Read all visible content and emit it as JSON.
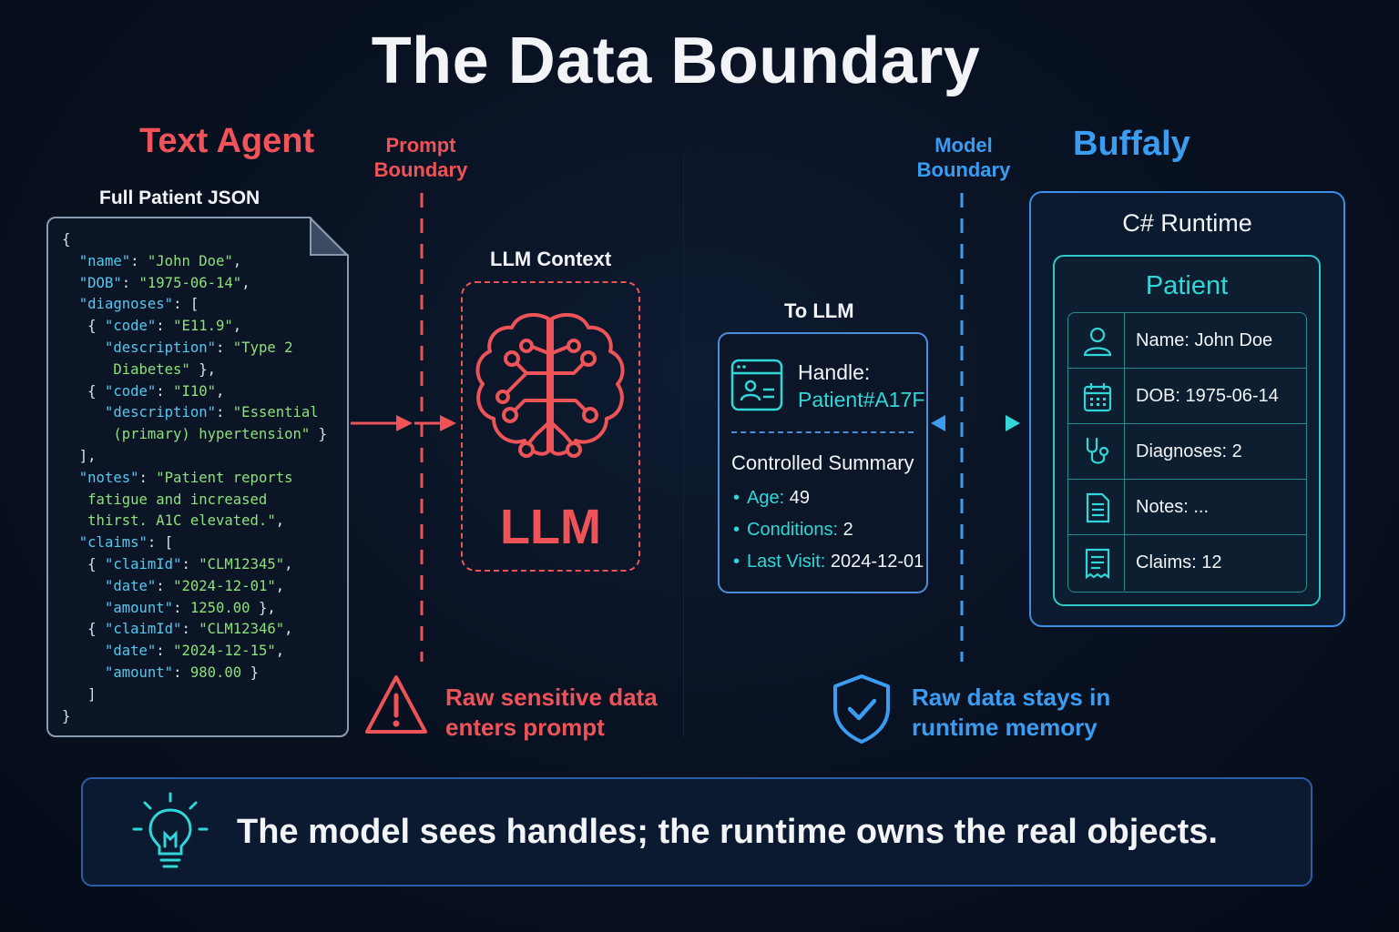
{
  "title": "The Data Boundary",
  "left": {
    "heading": "Text Agent",
    "doc_label": "Full Patient JSON",
    "boundary_label_1": "Prompt",
    "boundary_label_2": "Boundary",
    "context_label": "LLM Context",
    "llm_label": "LLM",
    "warning_line_1": "Raw sensitive data",
    "warning_line_2": "enters prompt"
  },
  "json_lines": [
    [
      [
        "p",
        "{"
      ]
    ],
    [
      [
        "p",
        "  "
      ],
      [
        "k",
        "\"name\""
      ],
      [
        "p",
        ": "
      ],
      [
        "v",
        "\"John Doe\""
      ],
      [
        "p",
        ","
      ]
    ],
    [
      [
        "p",
        "  "
      ],
      [
        "k",
        "\"DOB\""
      ],
      [
        "p",
        ": "
      ],
      [
        "v",
        "\"1975-06-14\""
      ],
      [
        "p",
        ","
      ]
    ],
    [
      [
        "p",
        "  "
      ],
      [
        "k",
        "\"diagnoses\""
      ],
      [
        "p",
        ": ["
      ]
    ],
    [
      [
        "p",
        "   { "
      ],
      [
        "k",
        "\"code\""
      ],
      [
        "p",
        ": "
      ],
      [
        "v",
        "\"E11.9\""
      ],
      [
        "p",
        ","
      ]
    ],
    [
      [
        "p",
        "     "
      ],
      [
        "k",
        "\"description\""
      ],
      [
        "p",
        ": "
      ],
      [
        "v",
        "\"Type 2"
      ]
    ],
    [
      [
        "v",
        "      Diabetes\""
      ],
      [
        "p",
        " },"
      ]
    ],
    [
      [
        "p",
        "   { "
      ],
      [
        "k",
        "\"code\""
      ],
      [
        "p",
        ": "
      ],
      [
        "v",
        "\"I10\""
      ],
      [
        "p",
        ","
      ]
    ],
    [
      [
        "p",
        "     "
      ],
      [
        "k",
        "\"description\""
      ],
      [
        "p",
        ": "
      ],
      [
        "v",
        "\"Essential"
      ]
    ],
    [
      [
        "v",
        "      (primary) hypertension\""
      ],
      [
        "p",
        " }"
      ]
    ],
    [
      [
        "p",
        "  ],"
      ]
    ],
    [
      [
        "p",
        "  "
      ],
      [
        "k",
        "\"notes\""
      ],
      [
        "p",
        ": "
      ],
      [
        "v",
        "\"Patient reports"
      ]
    ],
    [
      [
        "v",
        "   fatigue and increased"
      ]
    ],
    [
      [
        "v",
        "   thirst. A1C elevated.\""
      ],
      [
        "p",
        ","
      ]
    ],
    [
      [
        "p",
        "  "
      ],
      [
        "k",
        "\"claims\""
      ],
      [
        "p",
        ": ["
      ]
    ],
    [
      [
        "p",
        "   { "
      ],
      [
        "k",
        "\"claimId\""
      ],
      [
        "p",
        ": "
      ],
      [
        "v",
        "\"CLM12345\""
      ],
      [
        "p",
        ","
      ]
    ],
    [
      [
        "p",
        "     "
      ],
      [
        "k",
        "\"date\""
      ],
      [
        "p",
        ": "
      ],
      [
        "v",
        "\"2024-12-01\""
      ],
      [
        "p",
        ","
      ]
    ],
    [
      [
        "p",
        "     "
      ],
      [
        "k",
        "\"amount\""
      ],
      [
        "p",
        ": "
      ],
      [
        "v",
        "1250.00"
      ],
      [
        "p",
        " },"
      ]
    ],
    [
      [
        "p",
        "   { "
      ],
      [
        "k",
        "\"claimId\""
      ],
      [
        "p",
        ": "
      ],
      [
        "v",
        "\"CLM12346\""
      ],
      [
        "p",
        ","
      ]
    ],
    [
      [
        "p",
        "     "
      ],
      [
        "k",
        "\"date\""
      ],
      [
        "p",
        ": "
      ],
      [
        "v",
        "\"2024-12-15\""
      ],
      [
        "p",
        ","
      ]
    ],
    [
      [
        "p",
        "     "
      ],
      [
        "k",
        "\"amount\""
      ],
      [
        "p",
        ": "
      ],
      [
        "v",
        "980.00"
      ],
      [
        "p",
        " }"
      ]
    ],
    [
      [
        "p",
        "   ]"
      ]
    ],
    [
      [
        "p",
        "}"
      ]
    ]
  ],
  "right": {
    "heading": "Buffaly",
    "boundary_label_1": "Model",
    "boundary_label_2": "Boundary",
    "to_llm_label": "To LLM",
    "handle_label": "Handle:",
    "handle_value": "Patient#A17F",
    "summary_title": "Controlled Summary",
    "summary_items": [
      {
        "label": "Age:",
        "value": "49"
      },
      {
        "label": "Conditions:",
        "value": "2"
      },
      {
        "label": "Last Visit:",
        "value": "2024-12-01"
      }
    ],
    "runtime_title": "C# Runtime",
    "patient_title": "Patient",
    "patient_rows": [
      {
        "icon": "person-icon",
        "text": "Name: John Doe"
      },
      {
        "icon": "calendar-icon",
        "text": "DOB: 1975-06-14"
      },
      {
        "icon": "stethoscope-icon",
        "text": "Diagnoses: 2"
      },
      {
        "icon": "document-icon",
        "text": "Notes: ..."
      },
      {
        "icon": "receipt-icon",
        "text": "Claims: 12"
      }
    ],
    "safe_line_1": "Raw data stays in",
    "safe_line_2": "runtime memory"
  },
  "footer": {
    "text": "The model sees handles; the runtime owns the real objects."
  },
  "colors": {
    "red": "#ee5358",
    "blue": "#3b9df2",
    "cyan": "#33d6d8"
  }
}
